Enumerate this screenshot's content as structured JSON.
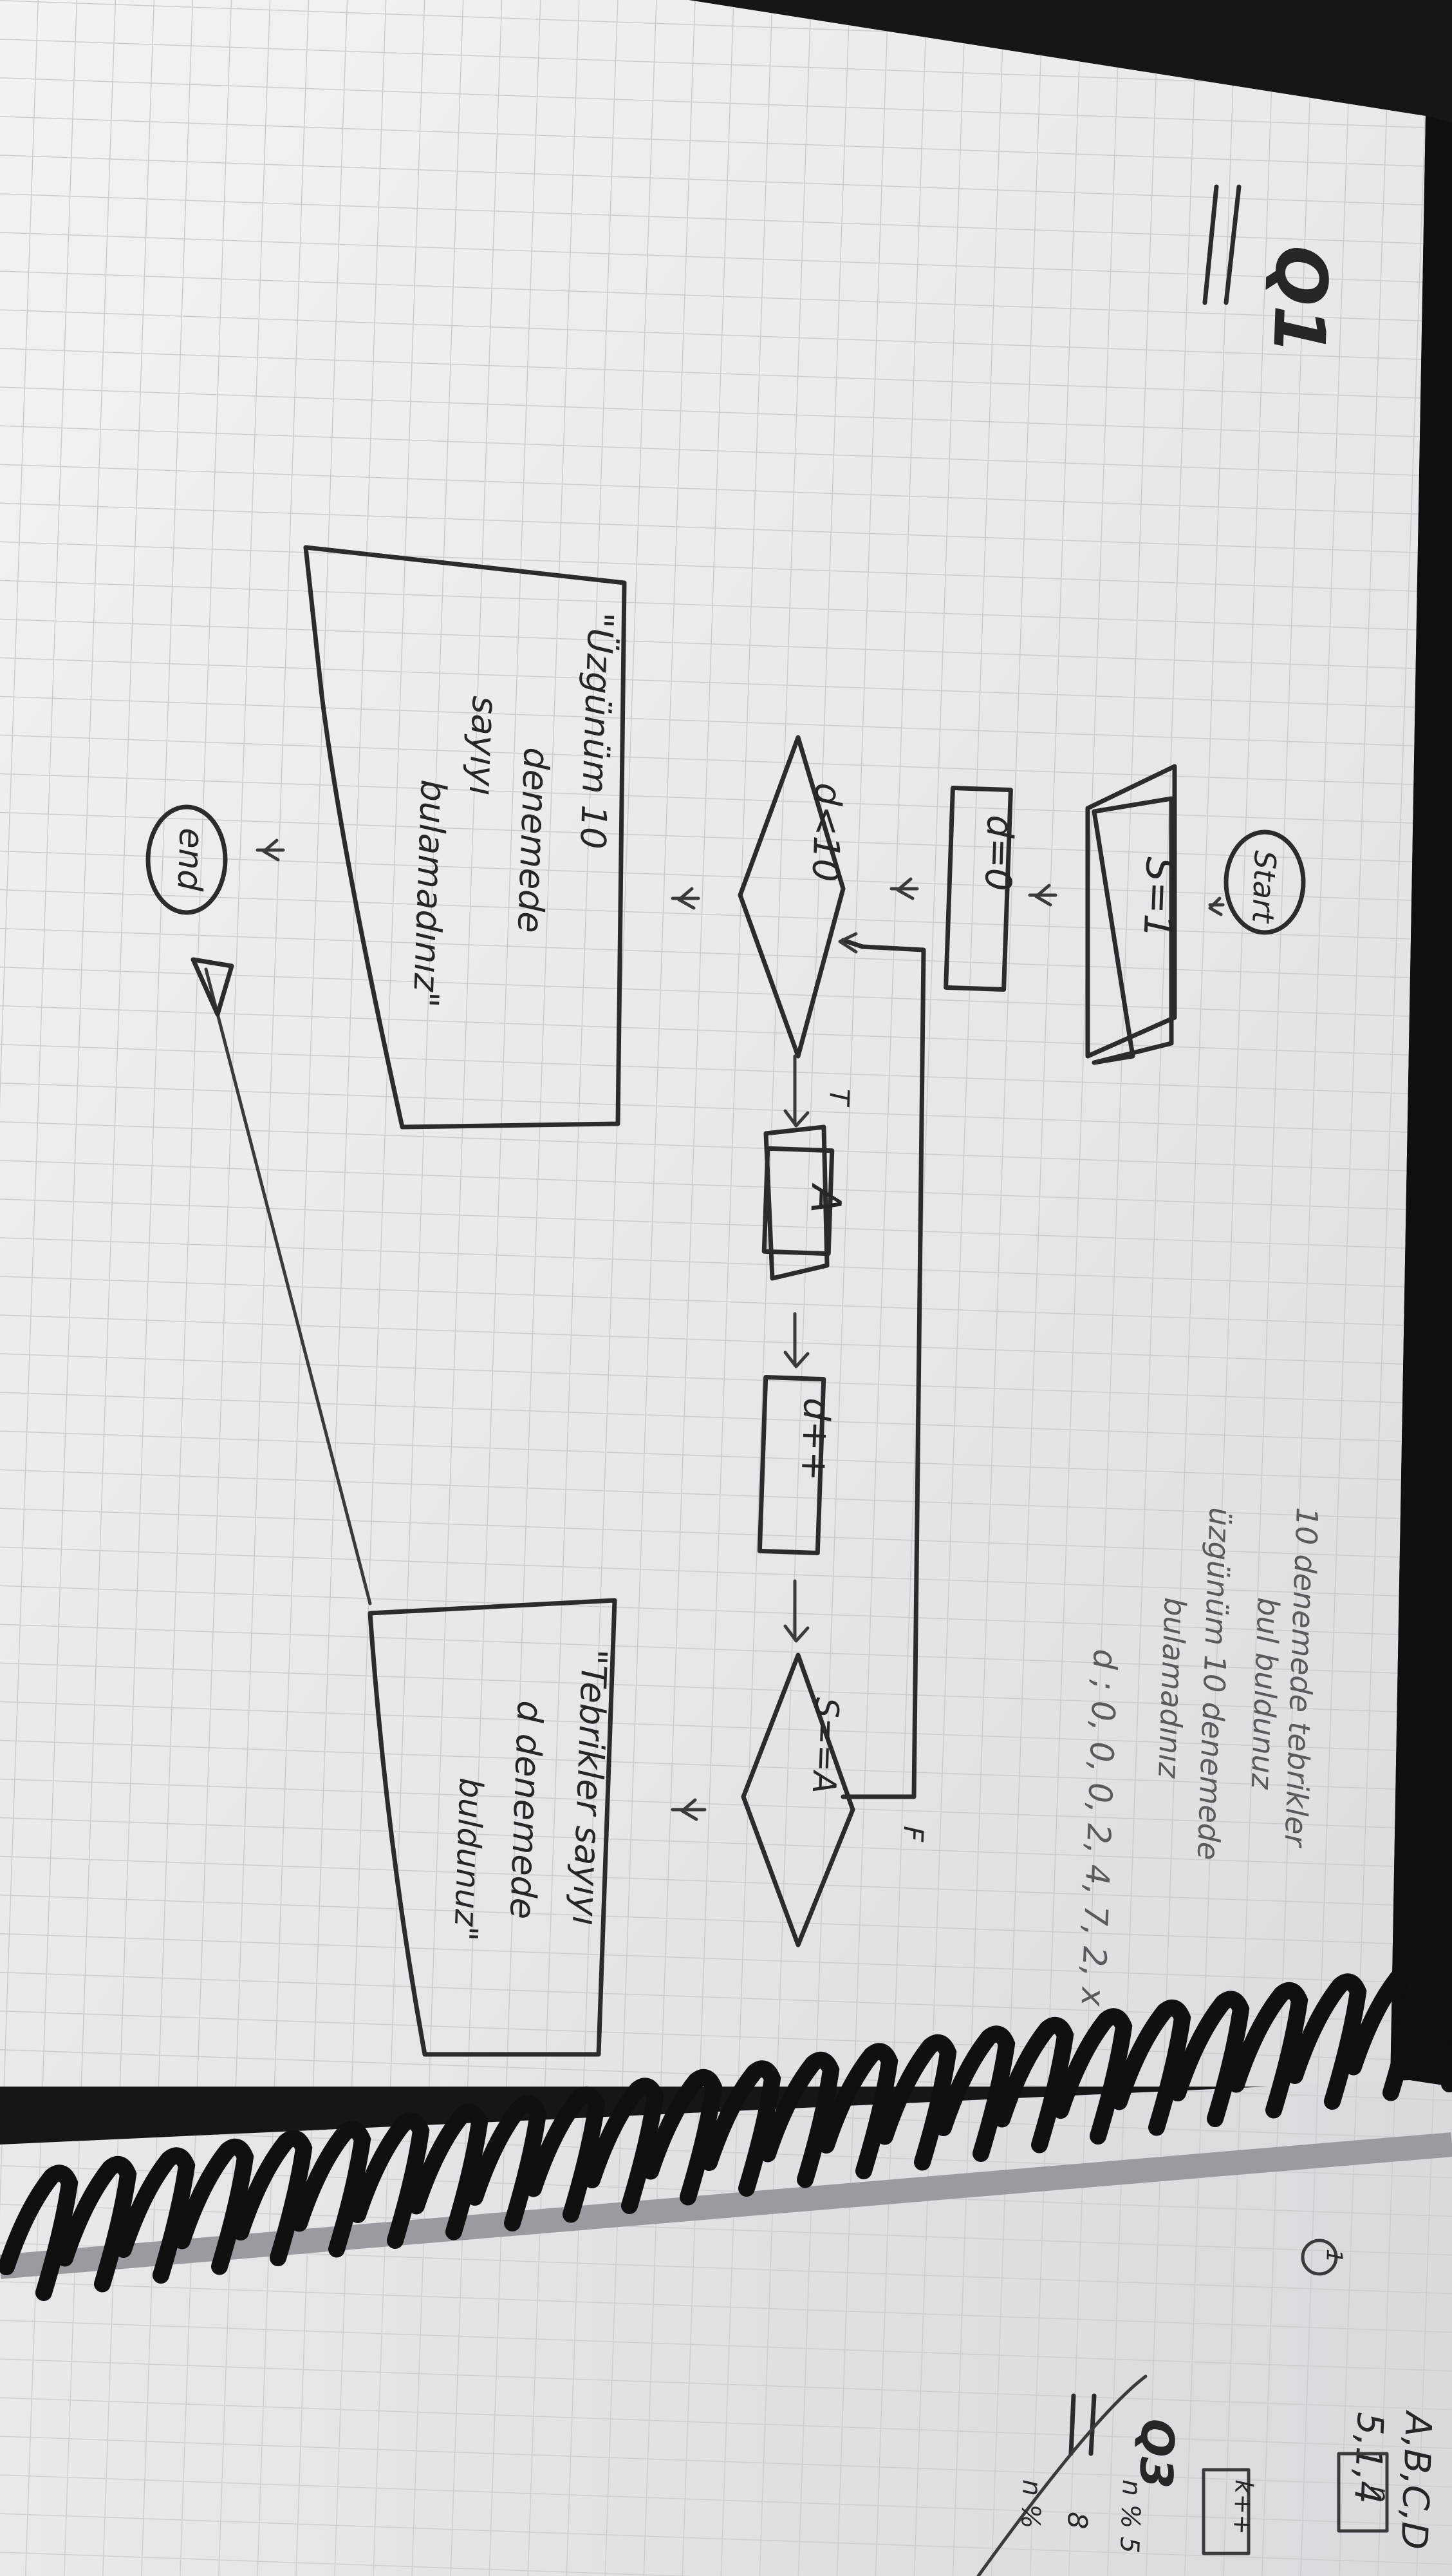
{
  "page_label": "Q1",
  "flowchart": {
    "start": "Start",
    "input": "S=1",
    "init": "d=0",
    "condition": "d<10",
    "true_label": "T",
    "input_guess": "A",
    "increment": "d++",
    "check": "S==A",
    "false_label": "F",
    "message_fail": [
      "\"Üzgünüm 10",
      "denemede",
      "sayıyı",
      "bulamadınız\""
    ],
    "message_success": [
      "\"Tebrikler sayıyı",
      "d denemede",
      "buldunuz\""
    ],
    "end": "end"
  },
  "side_notes": [
    "10 denemede tebrikler",
    "bul buldunuz",
    "üzgünüm 10 denemede",
    "bulamadınız",
    "d ; 0, 0, 0, 2, 4, 7, 2, x"
  ],
  "next_page": {
    "circle_number": "1",
    "label": "Q3",
    "bottom_text": [
      "A,B,C,D",
      "5,1,4"
    ],
    "fragments": [
      "n",
      "n % 5",
      "8",
      "n %",
      "k++"
    ]
  }
}
